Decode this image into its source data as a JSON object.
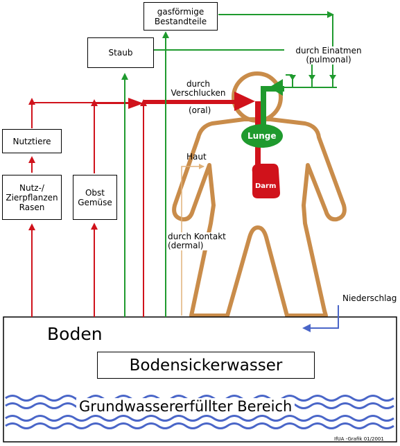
{
  "boxes": {
    "gasfoermig": "gasförmige\nBestandteile",
    "staub": "Staub",
    "nutztiere": "Nutztiere",
    "nutzpflanzen": "Nutz-/\nZierpflanzen\nRasen",
    "obst": "Obst\nGemüse",
    "bodensickerwasser": "Bodensickerwasser"
  },
  "labels": {
    "einatmen": "durch Einatmen\n(pulmonal)",
    "verschlucken": "durch\nVerschlucken",
    "oral": "(oral)",
    "haut": "Haut",
    "kontakt": "durch Kontakt\n(dermal)",
    "niederschlag": "Niederschlag",
    "lunge": "Lunge",
    "darm": "Darm",
    "boden": "Boden",
    "grundwasser": "Grundwassererfüllter Bereich",
    "credit": "IfUA -Grafik 01/2001"
  },
  "colors": {
    "red": "#d0121b",
    "green": "#1f9a2e",
    "body_outline": "#c98c4a",
    "lung": "#1f9a2e",
    "gut": "#d0121b",
    "water": "#4a66c8",
    "skin_arrow": "#e0b27a"
  }
}
